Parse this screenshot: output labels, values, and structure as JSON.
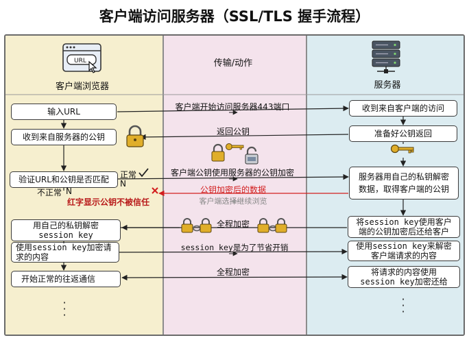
{
  "title": "客户端访问服务器（SSL/TLS 握手流程）",
  "lanes": {
    "client": "客户端浏览器",
    "middle": "传输/动作",
    "server": "服务器"
  },
  "browser_url_text": "URL",
  "client_steps": {
    "input_url": "输入URL",
    "receive_key": "收到来自服务器的公钥",
    "verify": "验证URL和公钥是否匹配",
    "own_key_line1": "用自己的私钥解密",
    "own_key_line2": "session key",
    "encrypt_line1": "使用session key加密请",
    "encrypt_line2": "求的内容",
    "start_comm": "开始正常的往返通信"
  },
  "server_steps": {
    "receive_visit": "收到来自客户端的访问",
    "prepare_key": "准备好公钥返回",
    "decrypt_line1": "服务器用自己的私钥解密",
    "decrypt_line2": "数据，取得客户端的公钥",
    "send_session_line1": "将session key使用客户",
    "send_session_line2": "端的公钥加密后还给客户",
    "decrypt_req_line1": "使用session key来解密",
    "decrypt_req_line2": "客户端请求的内容",
    "return_line1": "将请求的内容使用",
    "return_line2": "session key加密还给"
  },
  "messages": {
    "m1": "客户端开始访问服务器443端口",
    "m2": "返回公钥",
    "m3": "客户端公钥使用服务器的公钥加密",
    "m4": "公钥加密后的数据",
    "m4_note": "客户端选择继续浏览",
    "m5": "全程加密",
    "m6": "session key是为了节省开销",
    "m7": "全程加密"
  },
  "branch": {
    "yes": "正常",
    "yes_letter": "N",
    "no": "不正常",
    "no_letter": "N",
    "warning": "红字显示公钥不被信任"
  },
  "colors": {
    "client_lane": "#f6efcf",
    "middle_lane": "#f4e3ec",
    "server_lane": "#dcecf1",
    "warning_red": "#d21e1e",
    "lock_gold": "#d9a520"
  },
  "icons": [
    "browser-window-icon",
    "cursor-icon",
    "server-rack-icon",
    "lock-icon",
    "key-icon",
    "chain-lock-icon",
    "checkmark-icon",
    "cross-icon"
  ]
}
